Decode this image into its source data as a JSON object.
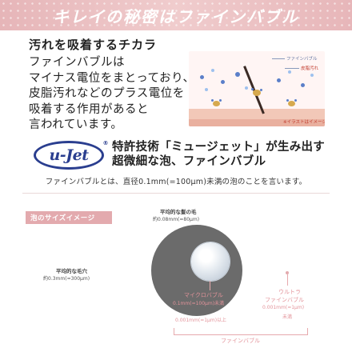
{
  "banner": {
    "title": "キレイの秘密はファインバブル"
  },
  "intro": {
    "heading": "汚れを吸着するチカラ",
    "lines": [
      "ファインバブルは",
      "マイナス電位をまとっており、",
      "皮脂汚れなどのプラス電位を",
      "吸着する作用があると",
      "言われています。"
    ]
  },
  "illustration": {
    "label_bubble": "ファインバブル",
    "label_dirt": "皮脂汚れ",
    "caption": "※イラストはイメージです"
  },
  "technology": {
    "logo_text": "u-Jet",
    "logo_mark": "®",
    "line1": "特許技術「ミュージェット」が生み出す",
    "line2": "超微細な泡、ファインバブル"
  },
  "definition": "ファインバブルとは、直径0.1mm(=100μm)未満の泡のことを言います。",
  "size_image": {
    "tag": "泡のサイズイメージ",
    "hair_title": "平均的な髪の毛",
    "hair_size": "約0.08mm(=80μm)",
    "pore_title": "平均的な毛穴",
    "pore_size": "約0.3mm(=300μm)",
    "micro_title": "マイクロバブル",
    "micro_range": "0.1mm(=100μm)未満",
    "ultra_title_1": "ウルトラ",
    "ultra_title_2": "ファインバブル",
    "ultra_range_1": "0.001mm(=1μm)",
    "ultra_range_2": "未満",
    "micro_lower": "0.001mm(=1μm)以上",
    "fine_label": "ファインバブル"
  },
  "colors": {
    "accent_pink": "#e3aaae",
    "logo_blue": "#2a3e8f",
    "pore_gray": "#6b6b6b"
  }
}
